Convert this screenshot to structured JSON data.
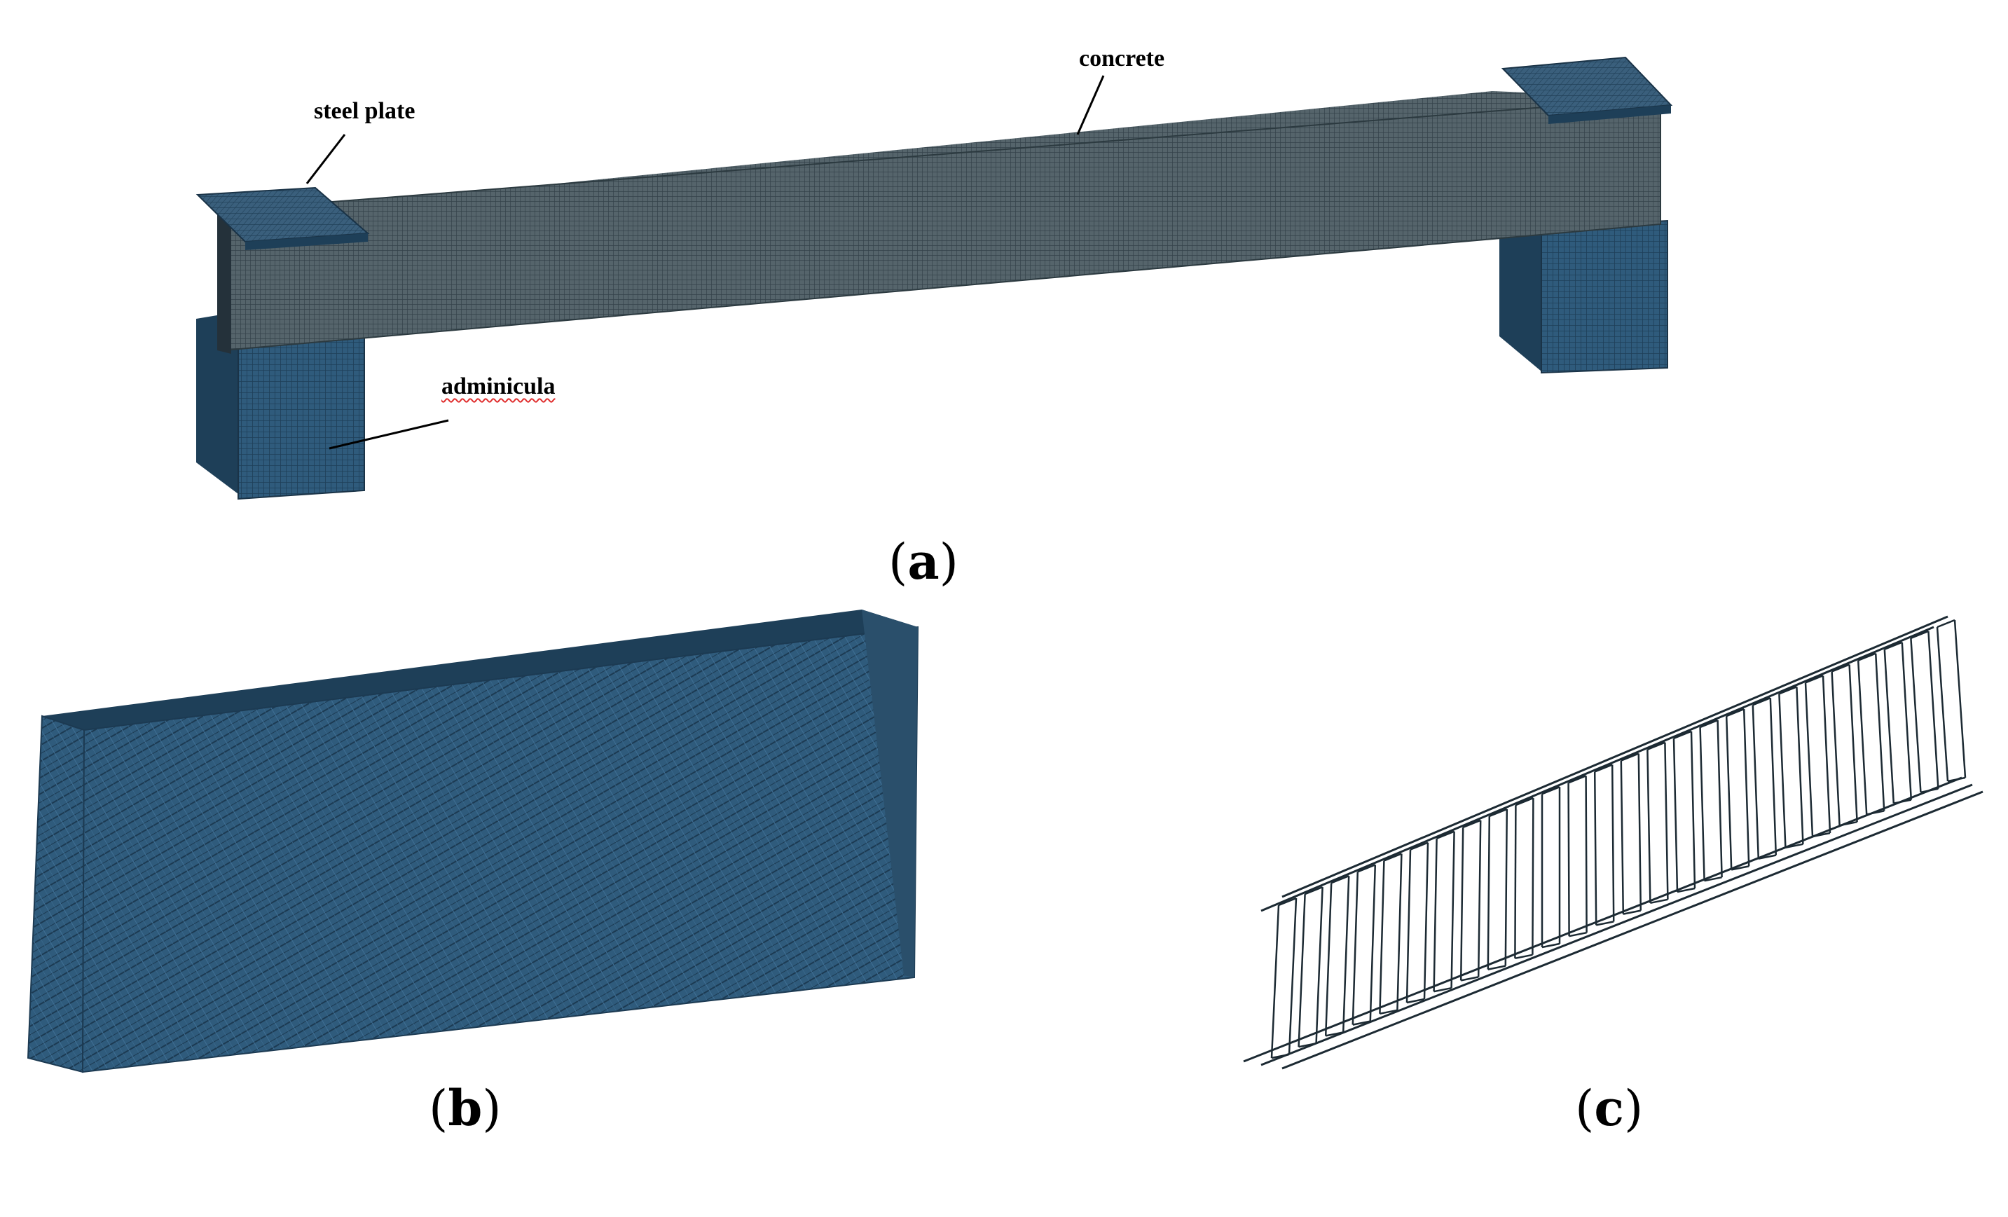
{
  "labels": {
    "steel_plate": "steel plate",
    "concrete": "concrete",
    "adminicula": "adminicula"
  },
  "captions": {
    "a": "a",
    "b": "b",
    "c": "c"
  },
  "colors": {
    "mesh_blue": "#2f5b7c",
    "mesh_blue_dark": "#1e3f58",
    "mesh_blue_light": "#3f6f94",
    "concrete_gray": "#4d5a60",
    "concrete_top": "#3a464c",
    "rebar": "#1c2a33"
  }
}
